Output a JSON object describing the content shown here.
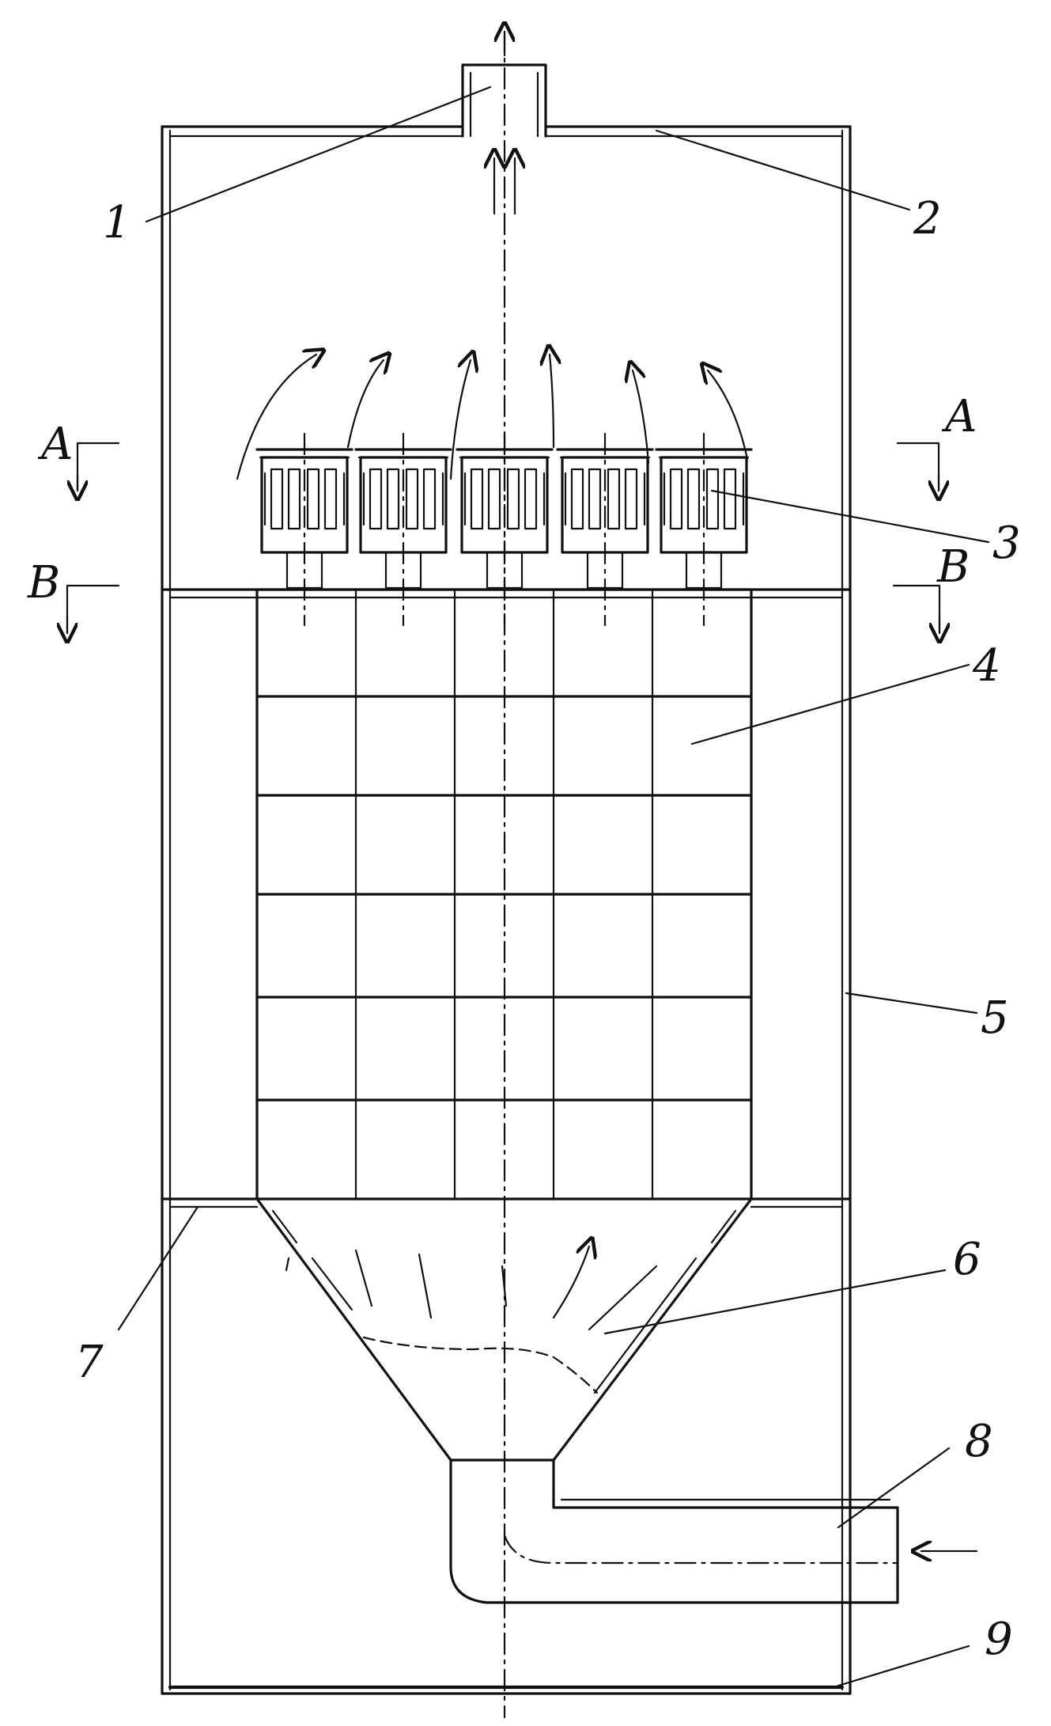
{
  "labels": {
    "n1": "1",
    "n2": "2",
    "n3": "3",
    "n4": "4",
    "n5": "5",
    "n6": "6",
    "n7": "7",
    "n8": "8",
    "n9": "9",
    "section_a_left": "A",
    "section_a_right": "A",
    "section_b_left": "B",
    "section_b_right": "B"
  }
}
